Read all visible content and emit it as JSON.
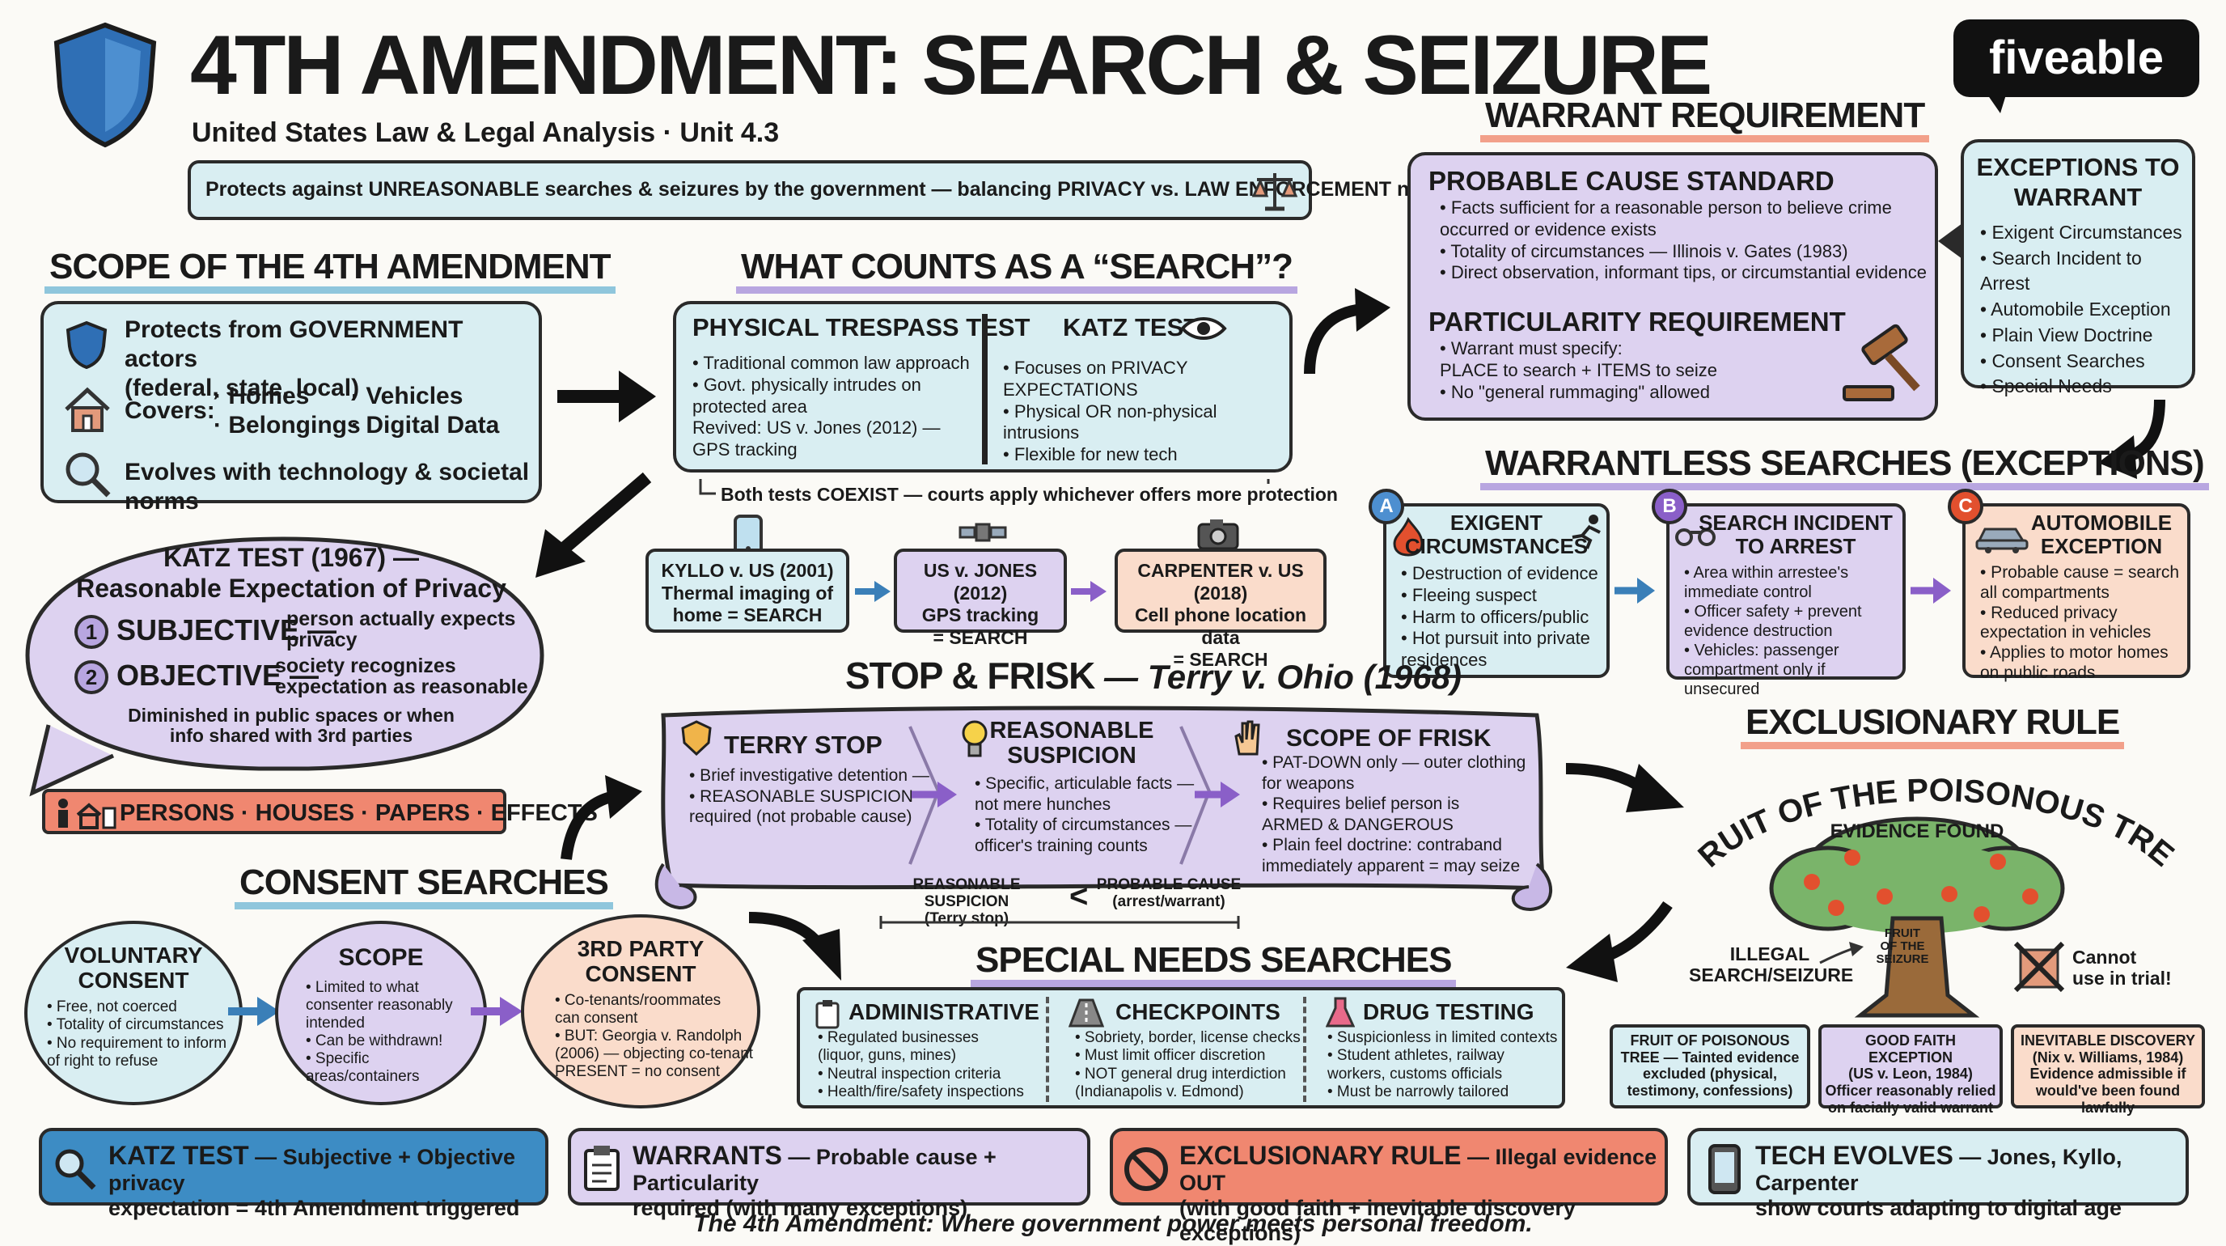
{
  "header": {
    "title": "4TH AMENDMENT: SEARCH & SEIZURE",
    "subtitle": "United States Law & Legal Analysis · Unit 4.3",
    "banner": "Protects against UNREASONABLE searches & seizures by the government — balancing PRIVACY vs. LAW ENFORCEMENT needs",
    "brand": "fiveable"
  },
  "scope": {
    "heading": "SCOPE OF THE 4TH AMENDMENT",
    "line1": "Protects from GOVERNMENT actors\n(federal, state, local)",
    "covers_label": "Covers:",
    "covers_col1": "· Homes\n· Belongings",
    "covers_col2": "· Vehicles\n· Digital Data",
    "line3": "Evolves with technology & societal norms"
  },
  "search": {
    "heading": "WHAT COUNTS AS A “SEARCH”?",
    "trespass_title": "PHYSICAL TRESPASS TEST",
    "trespass_items": "• Traditional common law approach\n• Govt. physically intrudes on\n   protected area\n   Revived:  US v. Jones (2012) —\n                GPS tracking",
    "katz_title": "KATZ TEST",
    "katz_items": "• Focuses on PRIVACY EXPECTATIONS\n• Physical OR non-physical\n   intrusions\n• Flexible for new tech",
    "coexist": "Both tests COEXIST — courts apply whichever offers more protection",
    "case1": "KYLLO v. US (2001)\nThermal imaging of\nhome = SEARCH",
    "case2": "US v. JONES (2012)\nGPS tracking\n= SEARCH",
    "case3": "CARPENTER v. US (2018)\nCell phone location data\n= SEARCH"
  },
  "katz": {
    "title": "KATZ TEST (1967) —\nReasonable Expectation of Privacy",
    "n1": "1",
    "subjective": "SUBJECTIVE —",
    "subjective_desc": "person actually expects\nprivacy",
    "n2": "2",
    "objective": "OBJECTIVE —",
    "objective_desc": "society recognizes\nexpectation as reasonable",
    "note": "Diminished in public spaces or when\ninfo shared with 3rd parties",
    "persons": "PERSONS · HOUSES · PAPERS · EFFECTS"
  },
  "warrant": {
    "heading": "WARRANT REQUIREMENT",
    "pc_title": "PROBABLE CAUSE STANDARD",
    "pc_items": "• Facts sufficient for a reasonable person to believe crime\n   occurred or evidence exists\n• Totality of circumstances — Illinois v. Gates (1983)\n• Direct observation, informant tips, or circumstantial evidence",
    "part_title": "PARTICULARITY REQUIREMENT",
    "part_items": "• Warrant must specify:\n     PLACE to search + ITEMS to seize\n• No \"general rummaging\" allowed",
    "exc_title": "EXCEPTIONS TO\nWARRANT",
    "exc_items": "• Exigent Circumstances\n• Search Incident to Arrest\n• Automobile Exception\n• Plain View Doctrine\n• Consent Searches\n• Special Needs"
  },
  "warrantless": {
    "heading": "WARRANTLESS SEARCHES (EXCEPTIONS)",
    "a_letter": "A",
    "a_title": "EXIGENT\nCIRCUMSTANCES",
    "a_items": "• Destruction of evidence\n• Fleeing suspect\n• Harm to officers/public\n• Hot pursuit into private\n   residences",
    "b_letter": "B",
    "b_title": "SEARCH INCIDENT\nTO ARREST",
    "b_items": "• Area within arrestee's\n   immediate control\n• Officer safety + prevent\n   evidence destruction\n• Vehicles: passenger\n   compartment only if unsecured",
    "c_letter": "C",
    "c_title": "AUTOMOBILE\nEXCEPTION",
    "c_items": "• Probable cause = search\n   all compartments\n• Reduced privacy\n   expectation in vehicles\n• Applies to motor homes\n   on public roads"
  },
  "stop": {
    "heading": "STOP & FRISK",
    "heading_case": " — Terry v. Ohio (1968)",
    "terry_title": "TERRY STOP",
    "terry_items": "• Brief investigative detention —\n• REASONABLE SUSPICION\n   required (not probable cause)",
    "rs_title": "REASONABLE\nSUSPICION",
    "rs_items": "• Specific, articulable facts —\n   not mere hunches\n• Totality of circumstances —\n   officer's training counts",
    "frisk_title": "SCOPE OF FRISK",
    "frisk_items": "• PAT-DOWN only — outer clothing\n   for weapons\n• Requires belief person is\n   ARMED & DANGEROUS\n• Plain feel doctrine: contraband\n   immediately apparent = may seize",
    "cmp_left": "REASONABLE SUSPICION\n(Terry stop)",
    "cmp_sym": "<",
    "cmp_right": "PROBABLE CAUSE\n(arrest/warrant)"
  },
  "consent": {
    "heading": "CONSENT SEARCHES",
    "c1_title": "VOLUNTARY\nCONSENT",
    "c1_items": "• Free, not coerced\n• Totality of circumstances\n• No requirement to inform\n   of right to refuse",
    "c2_title": "SCOPE",
    "c2_items": "• Limited to what\n   consenter reasonably\n   intended\n• Can be withdrawn!\n• Specific areas/containers",
    "c3_title": "3RD PARTY\nCONSENT",
    "c3_items": "• Co-tenants/roommates\n   can consent\n• BUT: Georgia v. Randolph\n   (2006) — objecting co-tenant\n   PRESENT = no consent"
  },
  "special": {
    "heading": "SPECIAL NEEDS SEARCHES",
    "admin_title": "ADMINISTRATIVE",
    "admin_items": "• Regulated businesses\n   (liquor, guns, mines)\n• Neutral inspection criteria\n• Health/fire/safety inspections",
    "check_title": "CHECKPOINTS",
    "check_items": "• Sobriety, border, license checks\n• Must limit officer discretion\n• NOT general drug interdiction\n   (Indianapolis v. Edmond)",
    "drug_title": "DRUG TESTING",
    "drug_items": "• Suspicionless in limited contexts\n• Student athletes, railway\n   workers, customs officials\n• Must be narrowly tailored"
  },
  "exclusionary": {
    "heading": "EXCLUSIONARY RULE",
    "arc": "FRUIT OF THE POISONOUS TREE",
    "evidence": "EVIDENCE FOUND",
    "trunk": "FRUIT\nOF THE\nSEIZURE",
    "illegal": "ILLEGAL\nSEARCH/SEIZURE",
    "cannot": "Cannot\nuse in trial!",
    "box1": "FRUIT OF POISONOUS\nTREE — Tainted evidence\nexcluded (physical,\ntestimony, confessions)",
    "box2": "GOOD FAITH EXCEPTION\n(US v. Leon, 1984)\nOfficer reasonably relied\non facially valid warrant",
    "box3": "INEVITABLE DISCOVERY\n(Nix v. Williams, 1984)\nEvidence admissible if\nwould've been found lawfully"
  },
  "summary": {
    "s1_bold": "KATZ TEST",
    "s1_rest": " — Subjective + Objective privacy\nexpectation = 4th Amendment triggered",
    "s2_bold": "WARRANTS",
    "s2_rest": " — Probable cause + Particularity\nrequired (with many exceptions)",
    "s3_bold": "EXCLUSIONARY RULE",
    "s3_rest": " — Illegal evidence OUT\n(with good faith + inevitable discovery exceptions)",
    "s4_bold": "TECH EVOLVES",
    "s4_rest": " — Jones, Kyllo, Carpenter\nshow courts adapting to digital age"
  },
  "footer": {
    "tagline": "The 4th Amendment: Where government power meets personal freedom."
  },
  "colors": {
    "blue": "#d9eef2",
    "lavender": "#ddd2f0",
    "peach": "#fadccb",
    "salmon": "#f08770",
    "navy": "#1f5c99",
    "ink": "#2a2a2a"
  }
}
